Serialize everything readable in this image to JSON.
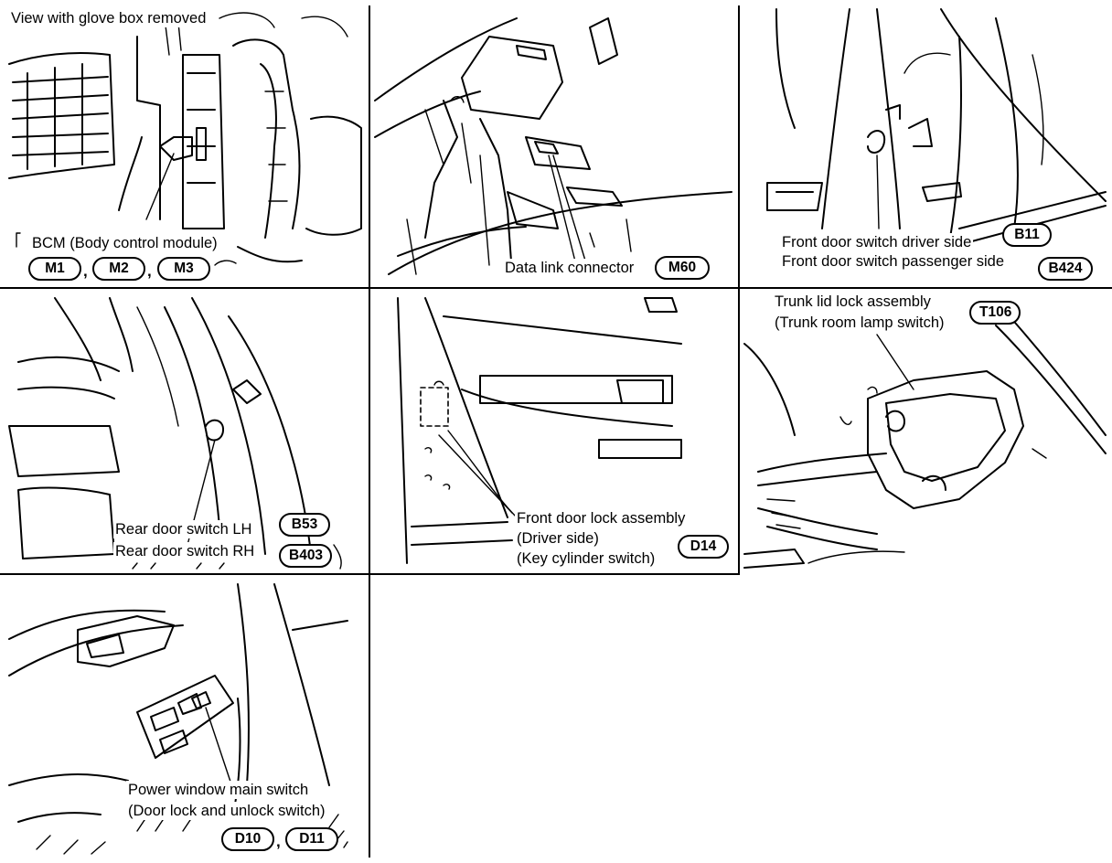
{
  "panels": {
    "bcm": {
      "title": "View with glove box removed",
      "label": "BCM (Body control module)",
      "connectors": [
        "M1",
        "M2",
        "M3"
      ],
      "separator": ","
    },
    "dlc": {
      "label": "Data link connector",
      "connectors": [
        "M60"
      ]
    },
    "front_door_switch": {
      "label_driver": "Front door switch driver side",
      "label_passenger": "Front door switch passenger side",
      "connectors": [
        "B11",
        "B424"
      ]
    },
    "rear_door_switch": {
      "label_lh": "Rear door switch LH",
      "label_rh": "Rear door switch RH",
      "connectors": [
        "B53",
        "B403"
      ]
    },
    "front_door_lock": {
      "line1": "Front door lock assembly",
      "line2": "(Driver side)",
      "line3": "(Key cylinder switch)",
      "connectors": [
        "D14"
      ]
    },
    "trunk_lid": {
      "line1": "Trunk lid lock assembly",
      "line2": "(Trunk room lamp switch)",
      "connectors": [
        "T106"
      ]
    },
    "power_window": {
      "line1": "Power window main switch",
      "line2": "(Door lock and unlock switch)",
      "connectors": [
        "D10",
        "D11"
      ],
      "separator": ","
    }
  }
}
